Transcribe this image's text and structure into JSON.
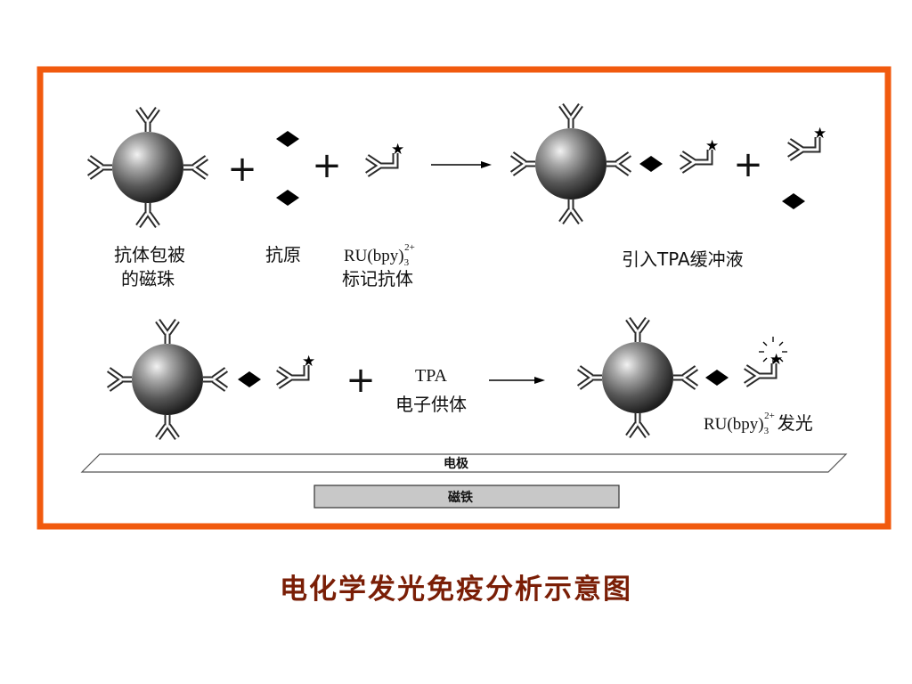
{
  "row1": {
    "bead_label_1": "抗体包被",
    "bead_label_2": "的磁珠",
    "antigen_label": "抗原",
    "ru_label": "RU(bpy)",
    "ru_sub": "3",
    "ru_sup": "2+",
    "labeled_antibody_label": "标记抗体",
    "buffer_label": "引入TPA缓冲液",
    "plus_1": "+",
    "plus_2": "+",
    "plus_3": "+"
  },
  "row2": {
    "plus": "+",
    "tpa_label": "TPA",
    "donor_label": "电子供体",
    "ru_label": "RU(bpy)",
    "ru_sub": "3",
    "ru_sup": "2+",
    "emission_label": "发光"
  },
  "electrode_label": "电极",
  "magnet_label": "磁铁",
  "caption": "电化学发光免疫分析示意图",
  "colors": {
    "frame": "#f15a0e",
    "caption": "#7a1e06",
    "electrode_fill": "#ffffff",
    "magnet_fill": "#c8c8c8"
  }
}
